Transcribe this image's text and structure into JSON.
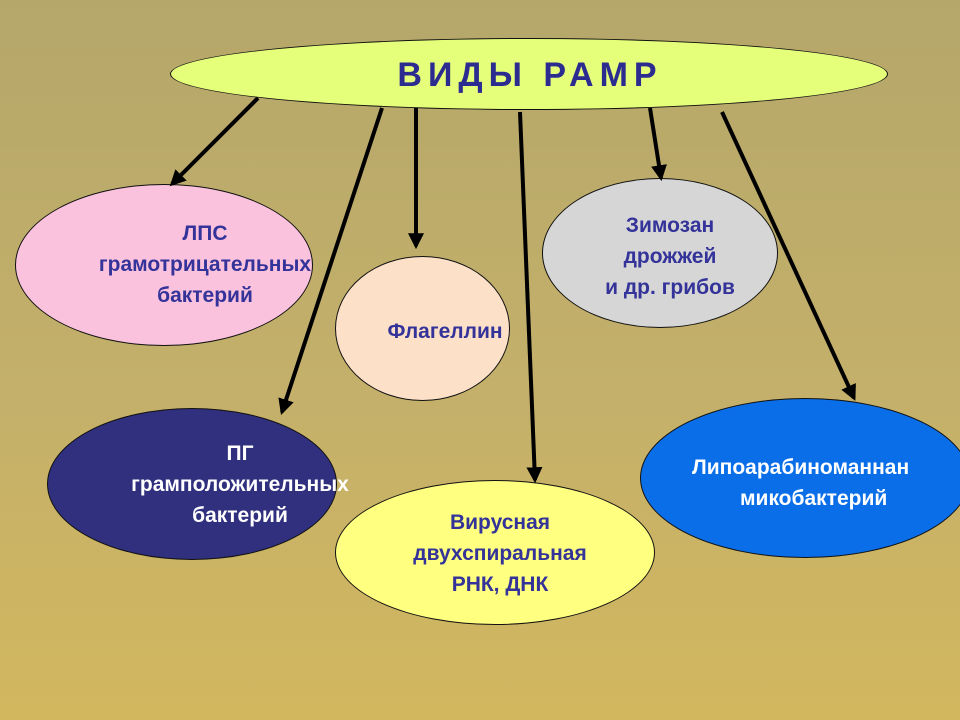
{
  "slide": {
    "title": "ВИДЫ   РАМР",
    "nodes": [
      {
        "id": "lps",
        "lines": [
          "ЛПС",
          "грамотрицательных",
          "бактерий"
        ],
        "fill": "#fbc2dd",
        "text_color": "#333399"
      },
      {
        "id": "flagellin",
        "lines": [
          "Флагеллин"
        ],
        "fill": "#fde0c8",
        "text_color": "#333399"
      },
      {
        "id": "zymosan",
        "lines": [
          "Зимозан",
          "дрожжей",
          "и др. грибов"
        ],
        "fill": "#d6d6d6",
        "text_color": "#333399"
      },
      {
        "id": "pg",
        "lines": [
          "ПГ",
          "грамположительных",
          "бактерий"
        ],
        "fill": "#30307e",
        "text_color": "#ffffff"
      },
      {
        "id": "viral",
        "lines": [
          "Вирусная",
          "двухспиральная",
          "РНК, ДНК"
        ],
        "fill": "#ffff80",
        "text_color": "#333399"
      },
      {
        "id": "lipo",
        "lines": [
          "Липоарабиноманнан",
          "микобактерий"
        ],
        "fill": "#0a6ee8",
        "text_color": "#ffffff"
      }
    ],
    "edges": [
      {
        "from": "title",
        "to": "lps"
      },
      {
        "from": "title",
        "to": "pg"
      },
      {
        "from": "title",
        "to": "flagellin"
      },
      {
        "from": "title",
        "to": "viral"
      },
      {
        "from": "title",
        "to": "zymosan"
      },
      {
        "from": "title",
        "to": "lipo"
      }
    ],
    "colors": {
      "title_fill": "#e6ff7a",
      "title_text": "#2b2b90",
      "arrow": "#000000"
    }
  }
}
